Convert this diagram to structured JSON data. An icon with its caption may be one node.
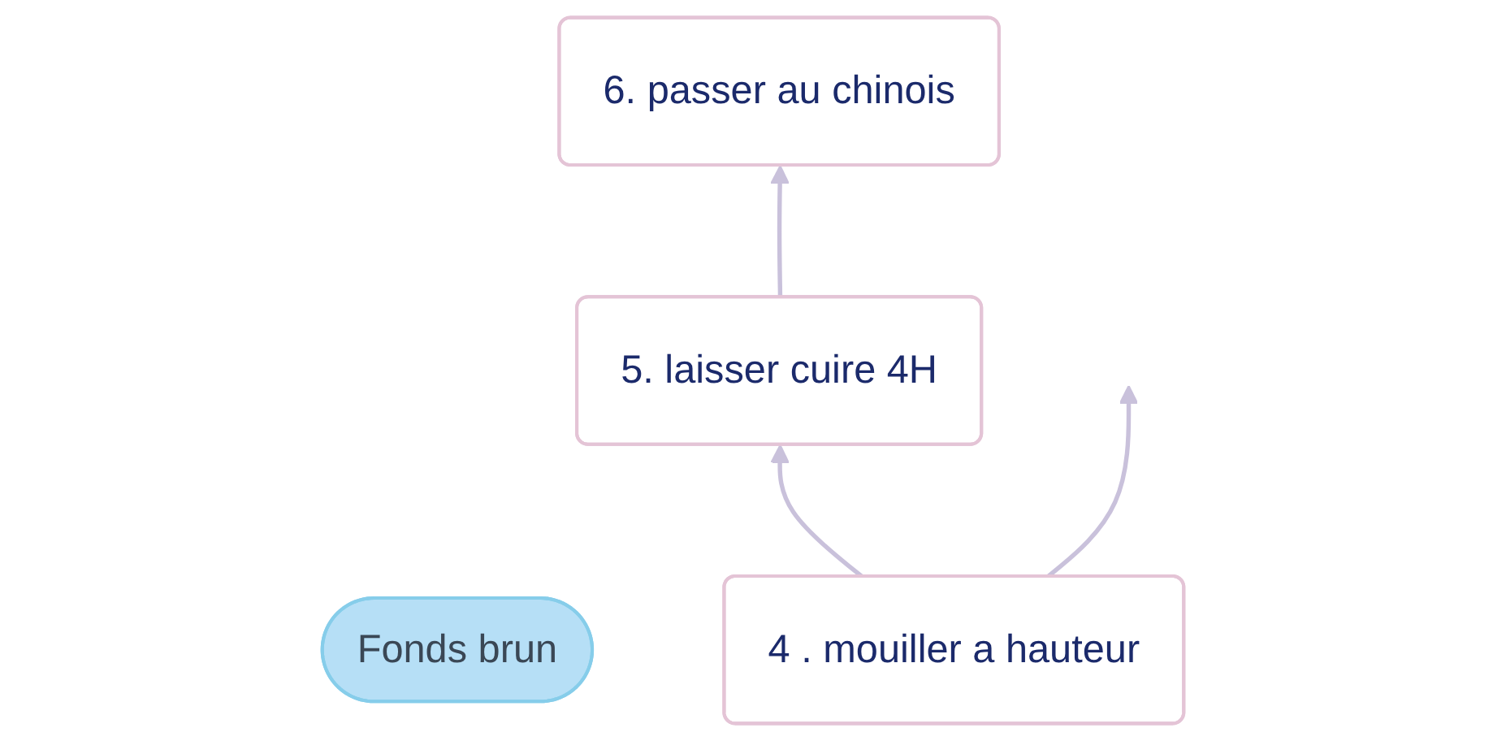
{
  "diagram": {
    "nodes": [
      {
        "text": [
          "6. passer au chinois"
        ]
      },
      {
        "text": [
          "Fonds brun"
        ]
      },
      {
        "text": [
          "5. laisser cuire 4H"
        ]
      },
      {
        "text": [
          "4 . mouiller a hauteur"
        ]
      }
    ],
    "edges": [
      {
        "from": 3,
        "to": 2,
        "arrow": "to"
      },
      {
        "from": 2,
        "to": 0,
        "arrow": "to"
      },
      {
        "from": 3,
        "to": null,
        "arrow": "to"
      }
    ]
  }
}
